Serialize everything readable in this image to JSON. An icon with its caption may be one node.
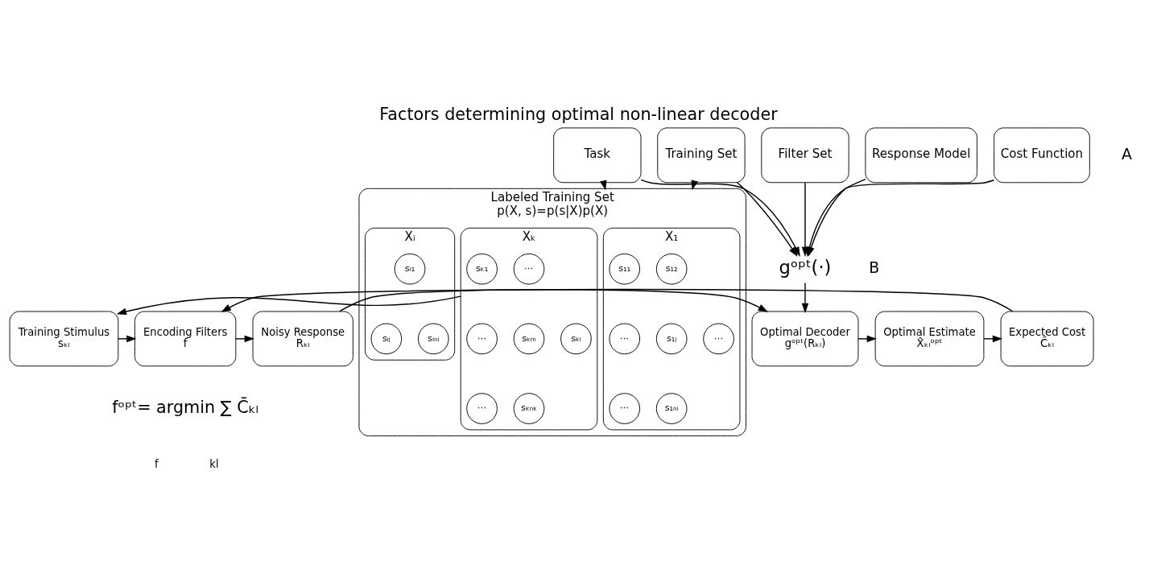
{
  "diagram": {
    "title": "Factors determining optimal non-linear decoder",
    "nodes": [
      {
        "text": [
          "Task"
        ]
      },
      {
        "text": [
          "Training Set"
        ]
      },
      {
        "text": [
          "Filter Set"
        ]
      },
      {
        "text": [
          "Response Model"
        ]
      },
      {
        "text": [
          "Cost Function"
        ]
      },
      {
        "text": [
          "gᵒᵖᵗ(·)"
        ]
      },
      {
        "text": [
          "Labeled Training Set",
          "p(X, s)=p(s|X)p(X)"
        ]
      },
      {
        "text": [
          "X₁"
        ],
        "in": 6
      },
      {
        "text": [
          "s₁₁"
        ],
        "in": 7
      },
      {
        "text": [
          "s₁₂"
        ],
        "in": 7
      },
      {
        "text": [
          "⋯"
        ],
        "in": 7
      },
      {
        "text": [
          "s₁ⱼ"
        ],
        "in": 7
      },
      {
        "text": [
          "⋯"
        ],
        "in": 7
      },
      {
        "text": [
          "⋯"
        ],
        "in": 7
      },
      {
        "text": [
          "s₁ₙᵢ"
        ],
        "in": 7
      },
      {
        "text": [
          "Xₖ"
        ],
        "in": 6
      },
      {
        "text": [
          "sₖ₁"
        ],
        "in": 15
      },
      {
        "text": [
          "⋯"
        ],
        "in": 15
      },
      {
        "text": [
          "⋯"
        ],
        "in": 15
      },
      {
        "text": [
          "sₖₘ"
        ],
        "in": 15
      },
      {
        "text": [
          "sₖₗ"
        ],
        "in": 15
      },
      {
        "text": [
          "⋯"
        ],
        "in": 15
      },
      {
        "text": [
          "sₖₙₖ"
        ],
        "in": 15
      },
      {
        "text": [
          "Xᵢ"
        ],
        "in": 6
      },
      {
        "text": [
          "sᵢ₁"
        ],
        "in": 23
      },
      {
        "text": [
          "sᵢⱼ"
        ],
        "in": 23
      },
      {
        "text": [
          "sᵢₙᵢ"
        ],
        "in": 23
      },
      {
        "text": [
          "Training Stimulus",
          "sₖₗ"
        ]
      },
      {
        "text": [
          "Encoding Filters",
          "f"
        ]
      },
      {
        "text": [
          "Noisy Response",
          "Rₖₗ"
        ]
      },
      {
        "text": [
          "Optimal Decoder",
          "gᵒᵖᵗ(Rₖₗ)"
        ]
      },
      {
        "text": [
          "Optimal Estimate",
          "X̂ₖₗᵒᵖᵗ"
        ]
      },
      {
        "text": [
          "Expected Cost",
          "C̄ₖₗ"
        ]
      }
    ],
    "edges": [
      {
        "from": 0,
        "to": 6,
        "arrow": "to"
      },
      {
        "from": 1,
        "to": 6,
        "arrow": "to"
      },
      {
        "from": 0,
        "to": 5,
        "arrow": "to"
      },
      {
        "from": 1,
        "to": 5,
        "arrow": "to"
      },
      {
        "from": 2,
        "to": 5,
        "arrow": "to"
      },
      {
        "from": 3,
        "to": 5,
        "arrow": "to"
      },
      {
        "from": 4,
        "to": 5,
        "arrow": "to"
      },
      {
        "from": 5,
        "to": 30,
        "arrow": "to"
      },
      {
        "from": 15,
        "to": 27,
        "arrow": "to"
      },
      {
        "from": 27,
        "to": 28,
        "arrow": "to"
      },
      {
        "from": 28,
        "to": 29,
        "arrow": "to"
      },
      {
        "from": 29,
        "to": 30,
        "arrow": "to"
      },
      {
        "from": 30,
        "to": 31,
        "arrow": "to"
      },
      {
        "from": 31,
        "to": 32,
        "arrow": "to"
      },
      {
        "from": 32,
        "to": 28,
        "arrow": "to"
      }
    ],
    "labels": [
      "A",
      "B",
      "fᵒᵖᵗ= argmin ∑ C̄ₖₗ",
      "f",
      "kl"
    ]
  }
}
